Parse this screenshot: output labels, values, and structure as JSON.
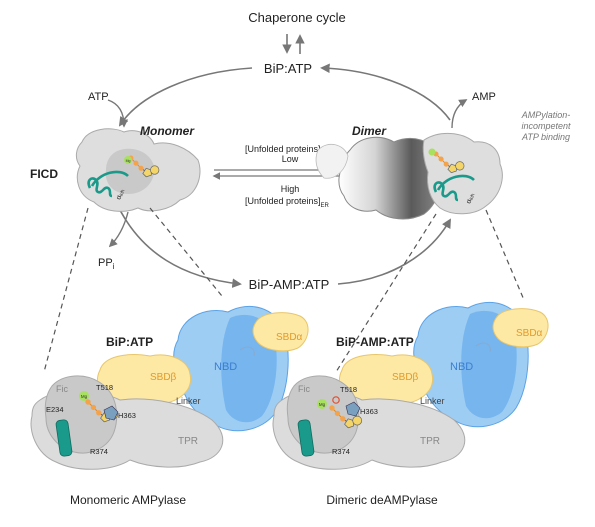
{
  "top": {
    "chaperone_cycle": "Chaperone cycle",
    "bip_atp": "BiP:ATP",
    "bip_amp_atp": "BiP-AMP:ATP",
    "atp": "ATP",
    "amp": "AMP",
    "pp": "PP",
    "pp_sub": "i",
    "ficd": "FICD",
    "monomer": "Monomer",
    "dimer": "Dimer",
    "incompetent_1": "AMPylation-",
    "incompetent_2": "incompetent",
    "incompetent_3": "ATP binding",
    "unfolded_top": "[Unfolded proteins]",
    "unfolded_sub": "ER",
    "low": "Low",
    "high": "High",
    "unfolded_bottom": "[Unfolded proteins]",
    "mg": "Mg",
    "alpha_inh": "α",
    "alpha_sub": "inh"
  },
  "left_panel": {
    "title": "BiP:ATP",
    "nbd": "NBD",
    "sbd_alpha": "SBDα",
    "sbd_beta": "SBDβ",
    "linker": "Linker",
    "fic": "Fic",
    "tpr": "TPR",
    "t518": "T518",
    "h363": "H363",
    "e234": "E234",
    "r374": "R374",
    "mg": "Mg",
    "caption": "Monomeric AMPylase"
  },
  "right_panel": {
    "title": "BiP-AMP:ATP",
    "nbd": "NBD",
    "sbd_alpha": "SBDα",
    "sbd_beta": "SBDβ",
    "linker": "Linker",
    "fic": "Fic",
    "tpr": "TPR",
    "t518": "T518",
    "h363": "H363",
    "r374": "R374",
    "mg": "Mg",
    "caption": "Dimeric deAMPylase"
  },
  "colors": {
    "arrow": "#777777",
    "protein_gray": "#dcdcdc",
    "protein_edge": "#aaaaaa",
    "fic_dark": "#bdbdbd",
    "helix_teal": "#1a9a8a",
    "nbd_blue": "#8cc4f2",
    "nbd_dark": "#5aa2e6",
    "sbd_yellow": "#fde8a4",
    "sbd_text": "#e39a2a",
    "phosphate": "#f0a040",
    "mg_green": "#a8e060"
  }
}
